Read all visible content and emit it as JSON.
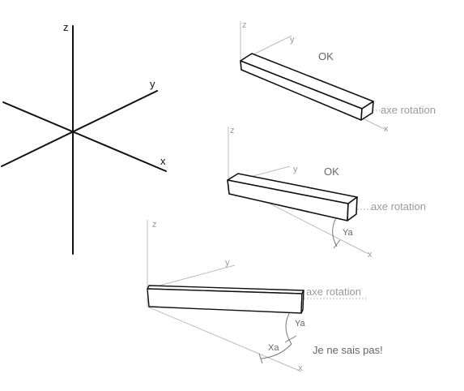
{
  "main_axes": {
    "x": "x",
    "y": "y",
    "z": "z"
  },
  "panel1": {
    "axes": {
      "x": "x",
      "y": "y",
      "z": "z"
    },
    "status": "OK",
    "rotation_axis_label": "axe rotation"
  },
  "panel2": {
    "axes": {
      "x": "x",
      "y": "y",
      "z": "z"
    },
    "status": "OK",
    "rotation_axis_label": "axe rotation",
    "angle_label": "Ya"
  },
  "panel3": {
    "axes": {
      "x": "x",
      "y": "y",
      "z": "z"
    },
    "rotation_axis_label": "axe rotation",
    "angle_y_label": "Ya",
    "angle_x_label": "Xa",
    "note": "Je ne sais pas!"
  },
  "colors": {
    "ink": "#111111",
    "light_axis": "#bdbdbd",
    "gray_text": "#9a9a9a"
  }
}
